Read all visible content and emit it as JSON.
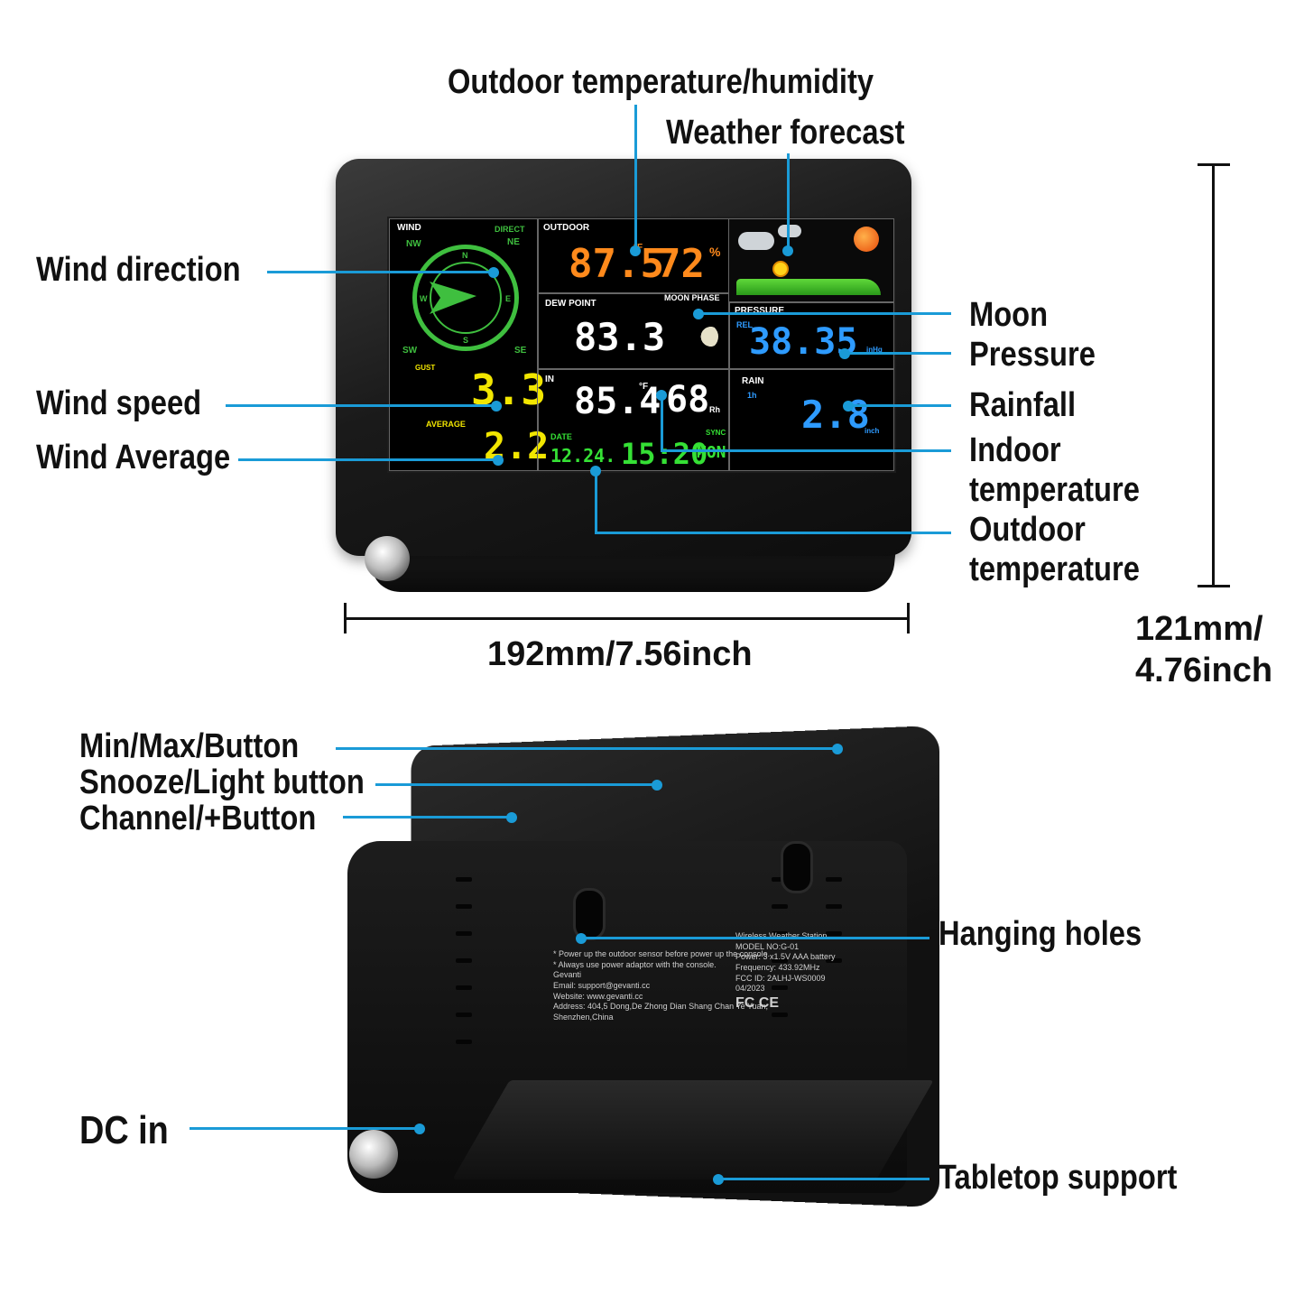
{
  "callouts": {
    "outdoor_temp_humidity": "Outdoor temperature/humidity",
    "weather_forecast": "Weather forecast",
    "wind_direction": "Wind direction",
    "wind_speed": "Wind speed",
    "wind_average": "Wind Average",
    "moon": "Moon",
    "pressure": "Pressure",
    "rainfall": "Rainfall",
    "indoor_temperature": "Indoor\ntemperature",
    "outdoor_temperature": "Outdoor\ntemperature",
    "min_max_button": "Min/Max/Button",
    "snooze_light_button": "Snooze/Light button",
    "channel_button": "Channel/+Button",
    "hanging_holes": "Hanging holes",
    "dc_in": "DC in",
    "tabletop_support": "Tabletop support"
  },
  "dimensions": {
    "width": "192mm/7.56inch",
    "height_line1": "121mm/",
    "height_line2": "4.76inch"
  },
  "screen": {
    "wind_label": "WIND",
    "direct_label": "DIRECT",
    "nw": "NW",
    "ne": "NE",
    "sw": "SW",
    "se": "SE",
    "n": "N",
    "e": "E",
    "s": "S",
    "w": "W",
    "gust_label": "GUST",
    "wind_speed": "3.3",
    "average_label": "AVERAGE",
    "wind_average": "2.2",
    "outdoor_label": "OUTDOOR",
    "outdoor_temp": "87.5",
    "outdoor_unit": "°F",
    "outdoor_humidity": "72",
    "humidity_unit": "%",
    "dew_point_label": "DEW POINT",
    "dew_point": "83.3",
    "moon_phase_label": "MOON PHASE",
    "pressure_label": "PRESSURE",
    "rel_label": "REL",
    "pressure_value": "38.35",
    "pressure_unit": "inHg",
    "rain_label": "RAIN",
    "rain_period": "1h",
    "rain_value": "2.8",
    "rain_unit": "inch",
    "in_label": "IN",
    "indoor_temp": "85.4",
    "indoor_unit": "°F",
    "indoor_humidity": "68",
    "rh_label": "Rh",
    "date_label": "DATE",
    "sync_label": "SYNC",
    "date_value": "12.24.",
    "time_value": "15:20",
    "day_value": "MON"
  },
  "back_label": {
    "title": "Wireless Weather Station",
    "model": "MODEL NO:G-01",
    "power": "Power: 3 x1.5V AAA battery",
    "frequency": "Frequency: 433.92MHz",
    "fcc": "FCC ID: 2ALHJ-WS0009",
    "date": "04/2023",
    "note1": "* Power up the outdoor sensor before power up the console.",
    "note2": "* Always use power adaptor with the console.",
    "brand": "Gevanti",
    "email": "Email: support@gevanti.cc",
    "website": "Website: www.gevanti.cc",
    "address1": "Address: 404,5 Dong,De Zhong Dian Shang Chan Ye Yuan,",
    "address2": "Shenzhen,China",
    "marks": "FC CE"
  },
  "colors": {
    "callout_line": "#1a9bd7",
    "wind_green": "#3fbf3f",
    "wind_yellow": "#f2e600",
    "outdoor_orange": "#ff8a1c",
    "pressure_blue": "#2e9bff",
    "time_green": "#35e035"
  }
}
